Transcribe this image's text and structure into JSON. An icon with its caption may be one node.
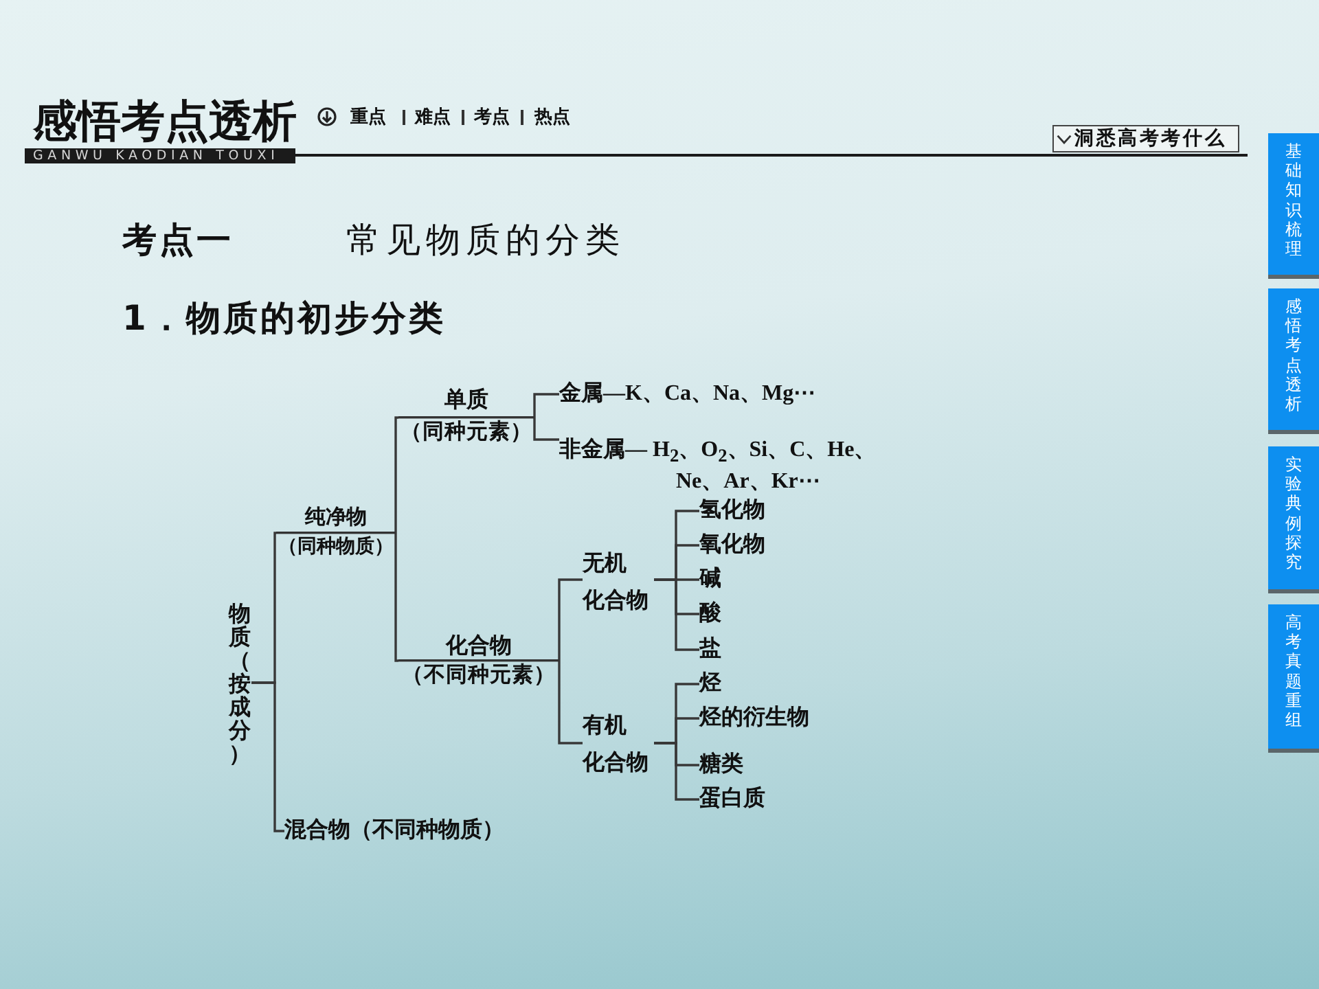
{
  "diagram": {
    "nodes": [
      {
        "text": [
          "GANWU KAODIAN TOUXI"
        ]
      },
      {
        "text": [
          "洞悉高考考什么"
        ]
      },
      {
        "text": [
          "物质（按成分）"
        ]
      },
      {
        "text": [
          "纯净物",
          "（同种物质）"
        ]
      },
      {
        "text": [
          "单质",
          "（同种元素）"
        ]
      },
      {
        "text": [
          "金属—K、Ca、Na、Mg⋯"
        ]
      },
      {
        "text": [
          "非金属— H$_{2}$、O$_{2}$、Si、C、He、Ne、Ar、Kr⋯"
        ]
      },
      {
        "text": [
          "化合物",
          "（不同种元素）"
        ]
      },
      {
        "text": [
          "无机化合物"
        ]
      },
      {
        "text": [
          "氢化物"
        ]
      },
      {
        "text": [
          "氧化物"
        ]
      },
      {
        "text": [
          "碱"
        ]
      },
      {
        "text": [
          "酸"
        ]
      },
      {
        "text": [
          "盐"
        ]
      },
      {
        "text": [
          "有机化合物"
        ]
      },
      {
        "text": [
          "烃"
        ]
      },
      {
        "text": [
          "烃的衍生物"
        ]
      },
      {
        "text": [
          "糖类"
        ]
      },
      {
        "text": [
          "蛋白质"
        ]
      },
      {
        "text": [
          "混合物（不同种物质）"
        ]
      },
      {
        "text": [
          "基础知识梳理"
        ]
      },
      {
        "text": [
          "感悟考点透析"
        ]
      },
      {
        "text": [
          "实验典例探究"
        ]
      },
      {
        "text": [
          "高考真题重组"
        ]
      }
    ],
    "edges": [
      {
        "from": 2,
        "to": 3,
        "arrow": "none"
      },
      {
        "from": 2,
        "to": 19,
        "arrow": "none"
      },
      {
        "from": 3,
        "to": 4,
        "arrow": "none"
      },
      {
        "from": 3,
        "to": 7,
        "arrow": "none"
      },
      {
        "from": 4,
        "to": 5,
        "arrow": "none"
      },
      {
        "from": 4,
        "to": 6,
        "arrow": "none"
      },
      {
        "from": 7,
        "to": 8,
        "arrow": "none"
      },
      {
        "from": 7,
        "to": 14,
        "arrow": "none"
      },
      {
        "from": 8,
        "to": 9,
        "arrow": "none"
      },
      {
        "from": 8,
        "to": 10,
        "arrow": "none"
      },
      {
        "from": 8,
        "to": 11,
        "arrow": "none"
      },
      {
        "from": 8,
        "to": 12,
        "arrow": "none"
      },
      {
        "from": 8,
        "to": 13,
        "arrow": "none"
      },
      {
        "from": 14,
        "to": 15,
        "arrow": "none"
      },
      {
        "from": 14,
        "to": 16,
        "arrow": "none"
      },
      {
        "from": 14,
        "to": 17,
        "arrow": "none"
      },
      {
        "from": 14,
        "to": 18,
        "arrow": "none"
      }
    ],
    "labels": [
      "感悟考点透析",
      "重点",
      "难点",
      "考点",
      "热点",
      "考点一",
      "常见物质的分类",
      "1．物质的初步分类"
    ]
  }
}
